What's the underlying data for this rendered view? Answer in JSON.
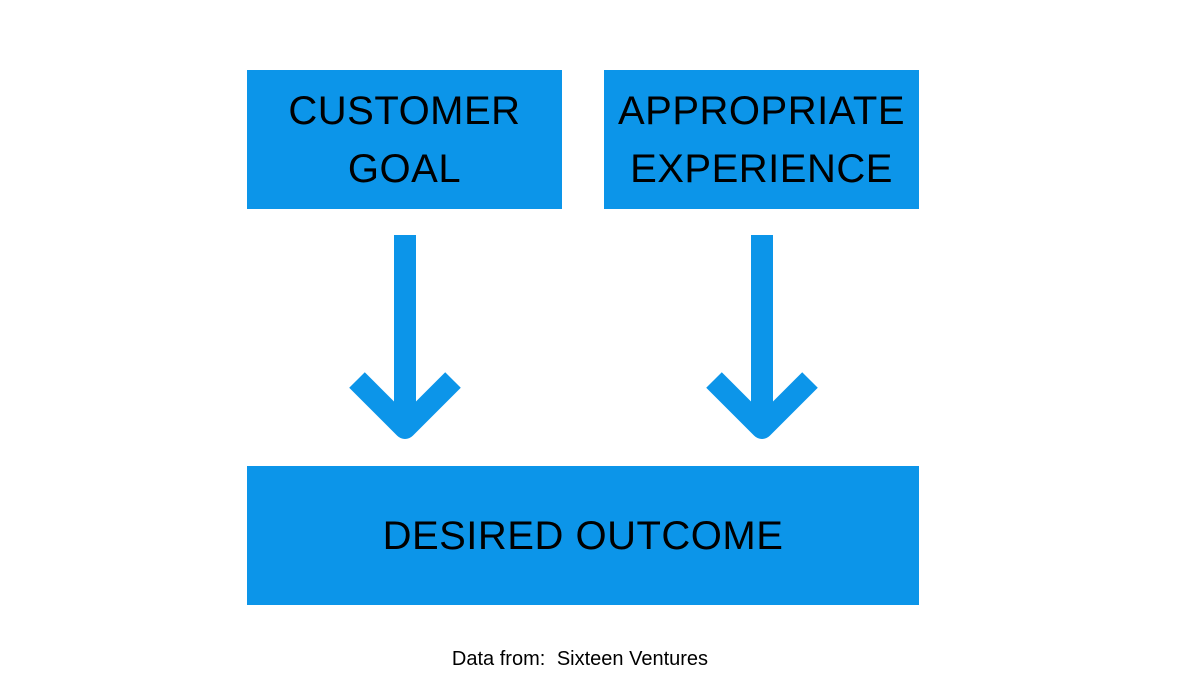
{
  "boxes": {
    "customer_goal": {
      "line1": "CUSTOMER",
      "line2": "GOAL"
    },
    "appropriate_experience": {
      "line1": "APPROPRIATE",
      "line2": "EXPERIENCE"
    },
    "desired_outcome": {
      "label": "DESIRED OUTCOME"
    }
  },
  "footer": {
    "prefix": "Data from:",
    "source": "Sixteen Ventures"
  },
  "colors": {
    "box": "#0c95e9",
    "text": "#000000"
  }
}
